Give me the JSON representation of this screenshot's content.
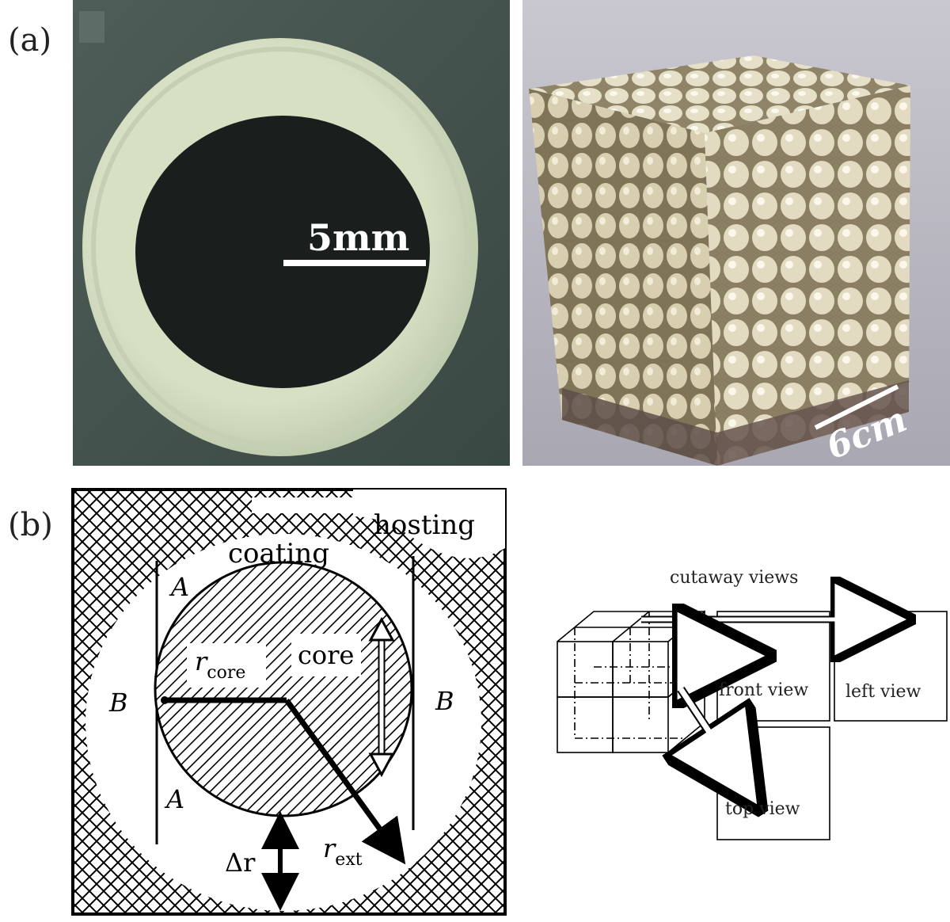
{
  "panel_a": {
    "label": "(a)",
    "photo_left": {
      "scale_label": "5mm"
    },
    "photo_right": {
      "scale_label": "6cm"
    }
  },
  "panel_b": {
    "label": "(b)",
    "schematic": {
      "hosting": "hosting",
      "coating": "coating",
      "core": "core",
      "A_top": "A",
      "A_bottom": "A",
      "B_left": "B",
      "B_right": "B",
      "r_core": "r",
      "r_core_sub": "core",
      "r_ext": "r",
      "r_ext_sub": "ext",
      "delta_r": "Δr"
    },
    "cutaway": {
      "title": "cutaway views",
      "front_view": "front view",
      "left_view": "left view",
      "top_view": "top view"
    }
  }
}
